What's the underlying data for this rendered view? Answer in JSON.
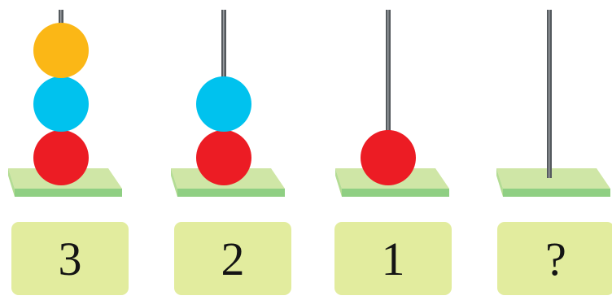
{
  "colors": {
    "background": "#ffffff",
    "rod": "#555a5e",
    "rod_highlight": "#9a9ea2",
    "base_top": "#cfe6a6",
    "base_front": "#8fcf83",
    "base_side": "#b4dc94",
    "label_box": "#e2ec9e",
    "bead_orange": "#fbb716",
    "bead_blue": "#00c2ee",
    "bead_red": "#ec1c24"
  },
  "abacuses": [
    {
      "label": "3",
      "beads": [
        "red",
        "blue",
        "orange"
      ]
    },
    {
      "label": "2",
      "beads": [
        "red",
        "blue"
      ]
    },
    {
      "label": "1",
      "beads": [
        "red"
      ]
    },
    {
      "label": "?",
      "beads": []
    }
  ]
}
